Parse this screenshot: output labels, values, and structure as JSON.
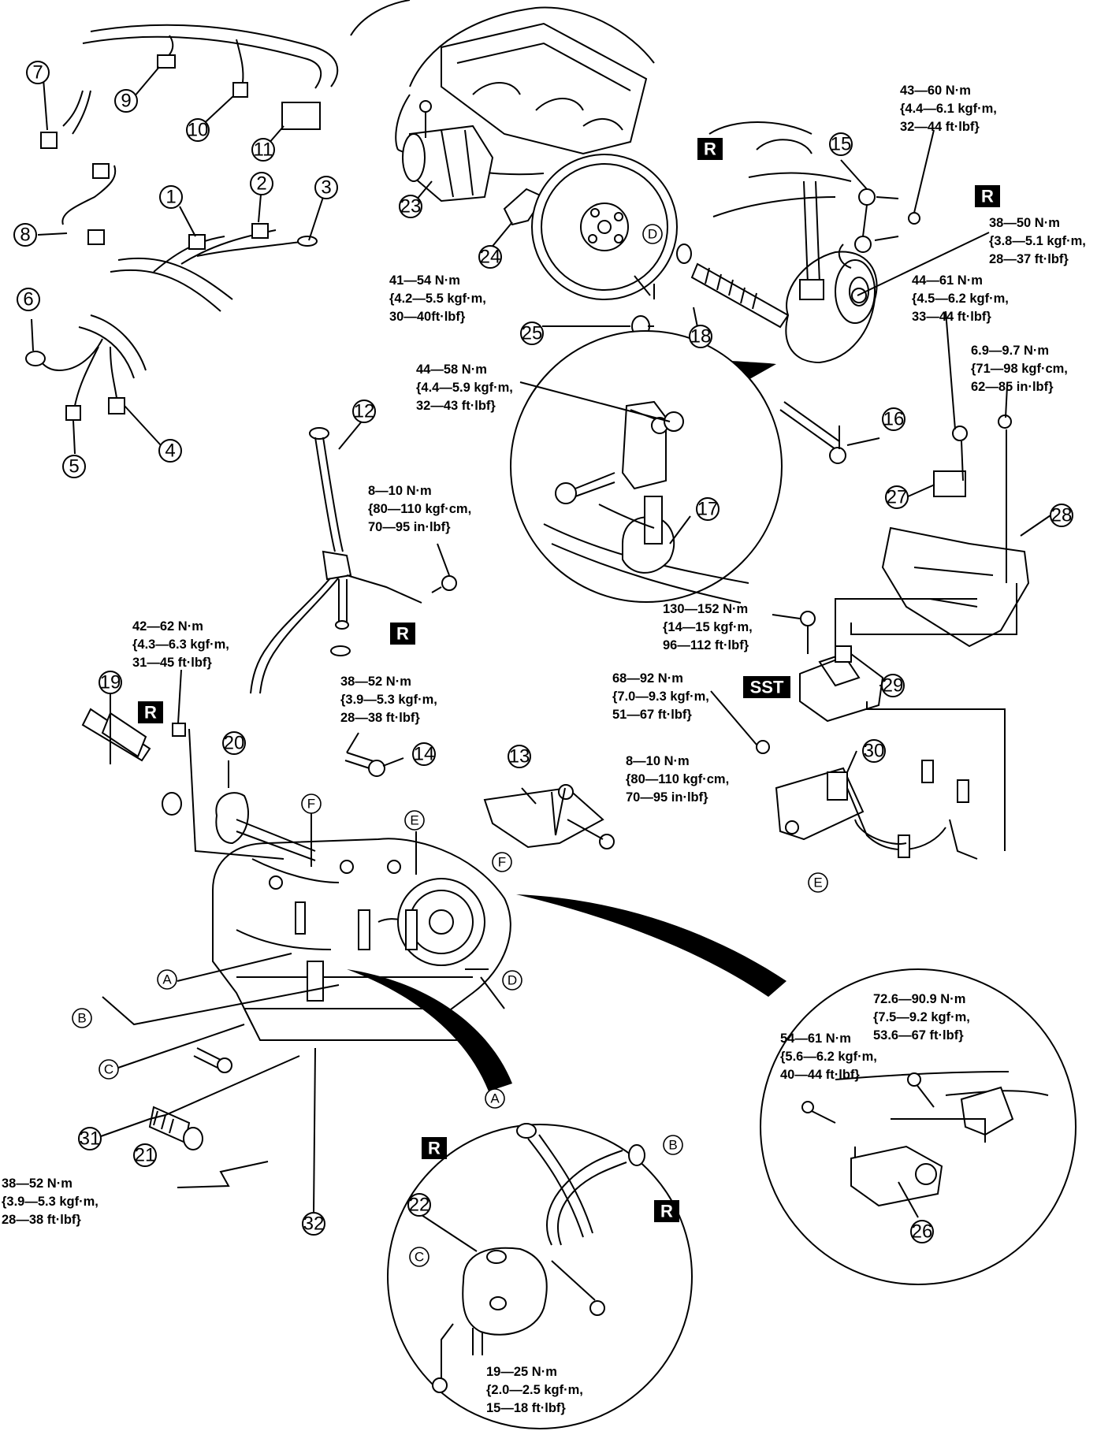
{
  "callouts": [
    "1",
    "2",
    "3",
    "4",
    "5",
    "6",
    "7",
    "8",
    "9",
    "10",
    "11",
    "12",
    "13",
    "14",
    "15",
    "16",
    "17",
    "18",
    "19",
    "20",
    "21",
    "22",
    "23",
    "24",
    "25",
    "26",
    "27",
    "28",
    "29",
    "30",
    "31",
    "32"
  ],
  "letters": {
    "A": "A",
    "B": "B",
    "C": "C",
    "D": "D",
    "E": "E",
    "F": "F"
  },
  "badges": {
    "replace": "R",
    "sst": "SST"
  },
  "torques": {
    "t15": [
      "43—60 N·m",
      "{4.4—6.1 kgf·m,",
      "32—44 ft·lbf}"
    ],
    "t_r2": [
      "38—50 N·m",
      "{3.8—5.1 kgf·m,",
      "28—37 ft·lbf}"
    ],
    "t25": [
      "41—54 N·m",
      "{4.2—5.5 kgf·m,",
      "30—40ft·lbf}"
    ],
    "t28a": [
      "44—61 N·m",
      "{4.5—6.2 kgf·m,",
      "33—44 ft·lbf}"
    ],
    "t28b": [
      "6.9—9.7 N·m",
      "{71—98 kgf·cm,",
      "62—85 in·lbf}"
    ],
    "t17": [
      "44—58 N·m",
      "{4.4—5.9 kgf·m,",
      "32—43 ft·lbf}"
    ],
    "t12": [
      "8—10 N·m",
      "{80—110 kgf·cm,",
      "70—95 in·lbf}"
    ],
    "t29a": [
      "130—152 N·m",
      "{14—15 kgf·m,",
      "96—112 ft·lbf}"
    ],
    "t20": [
      "42—62 N·m",
      "{4.3—6.3 kgf·m,",
      "31—45 ft·lbf}"
    ],
    "t14": [
      "38—52 N·m",
      "{3.9—5.3 kgf·m,",
      "28—38 ft·lbf}"
    ],
    "t29b": [
      "68—92 N·m",
      "{7.0—9.3 kgf·m,",
      "51—67 ft·lbf}"
    ],
    "t13": [
      "8—10 N·m",
      "{80—110 kgf·cm,",
      "70—95 in·lbf}"
    ],
    "t26a": [
      "72.6—90.9 N·m",
      "{7.5—9.2 kgf·m,",
      "53.6—67 ft·lbf}"
    ],
    "t26b": [
      "54—61 N·m",
      "{5.6—6.2 kgf·m,",
      "40—44 ft·lbf}"
    ],
    "t31": [
      "38—52 N·m",
      "{3.9—5.3 kgf·m,",
      "28—38 ft·lbf}"
    ],
    "t22": [
      "19—25 N·m",
      "{2.0—2.5 kgf·m,",
      "15—18 ft·lbf}"
    ]
  }
}
